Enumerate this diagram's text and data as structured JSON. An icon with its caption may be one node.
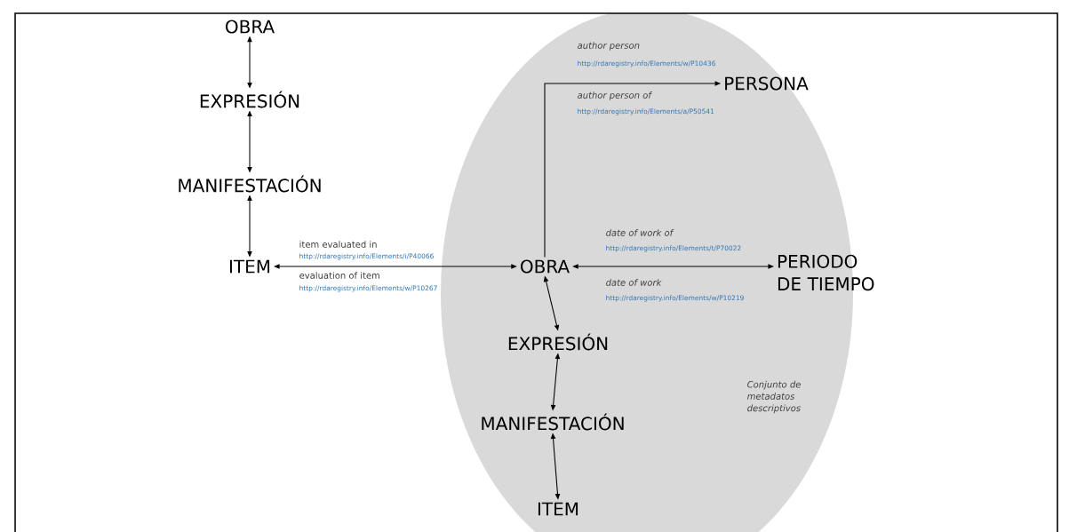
{
  "diagram": {
    "nodes": [
      {
        "text": [
          "OBRA"
        ]
      },
      {
        "text": [
          "EXPRESIÓN"
        ]
      },
      {
        "text": [
          "MANIFESTACIÓN"
        ]
      },
      {
        "text": [
          "ITEM"
        ]
      },
      {
        "text": [
          "Conjunto de metadatos descriptivos"
        ]
      },
      {
        "text": [
          "PERSONA"
        ],
        "in": 4
      },
      {
        "text": [
          "OBRA"
        ],
        "in": 4
      },
      {
        "text": [
          "PERIODO DE TIEMPO"
        ]
      },
      {
        "text": [
          "EXPRESIÓN"
        ],
        "in": 4
      },
      {
        "text": [
          "MANIFESTACIÓN"
        ],
        "in": 4
      },
      {
        "text": [
          "ITEM"
        ],
        "in": 4
      }
    ],
    "edges": [
      {
        "from": 0,
        "to": 1,
        "arrow": "both"
      },
      {
        "from": 1,
        "to": 2,
        "arrow": "both"
      },
      {
        "from": 2,
        "to": 3,
        "arrow": "both"
      },
      {
        "from": 3,
        "to": 6,
        "arrow": "both"
      },
      {
        "from": 6,
        "to": 5,
        "arrow": "to"
      },
      {
        "from": 6,
        "to": 7,
        "arrow": "both"
      },
      {
        "from": 6,
        "to": 8,
        "arrow": "both"
      },
      {
        "from": 8,
        "to": 9,
        "arrow": "both"
      },
      {
        "from": 9,
        "to": 10,
        "arrow": "both"
      }
    ],
    "labels": [
      "author person",
      "http://rdaregistry.info/Elements/w/P10436",
      "author person of",
      "http://rdaregistry.info/Elements/a/P50541",
      "item evaluated in",
      "http://rdaregistry.info/Elements/i/P40066",
      "evaluation of item",
      "http://rdaregistry.info/Elements/w/P10267",
      "date of work of",
      "http://rdaregistry.info/Elements/t/P70022",
      "date of work",
      "http://rdaregistry.info/Elements/w/P10219"
    ]
  }
}
